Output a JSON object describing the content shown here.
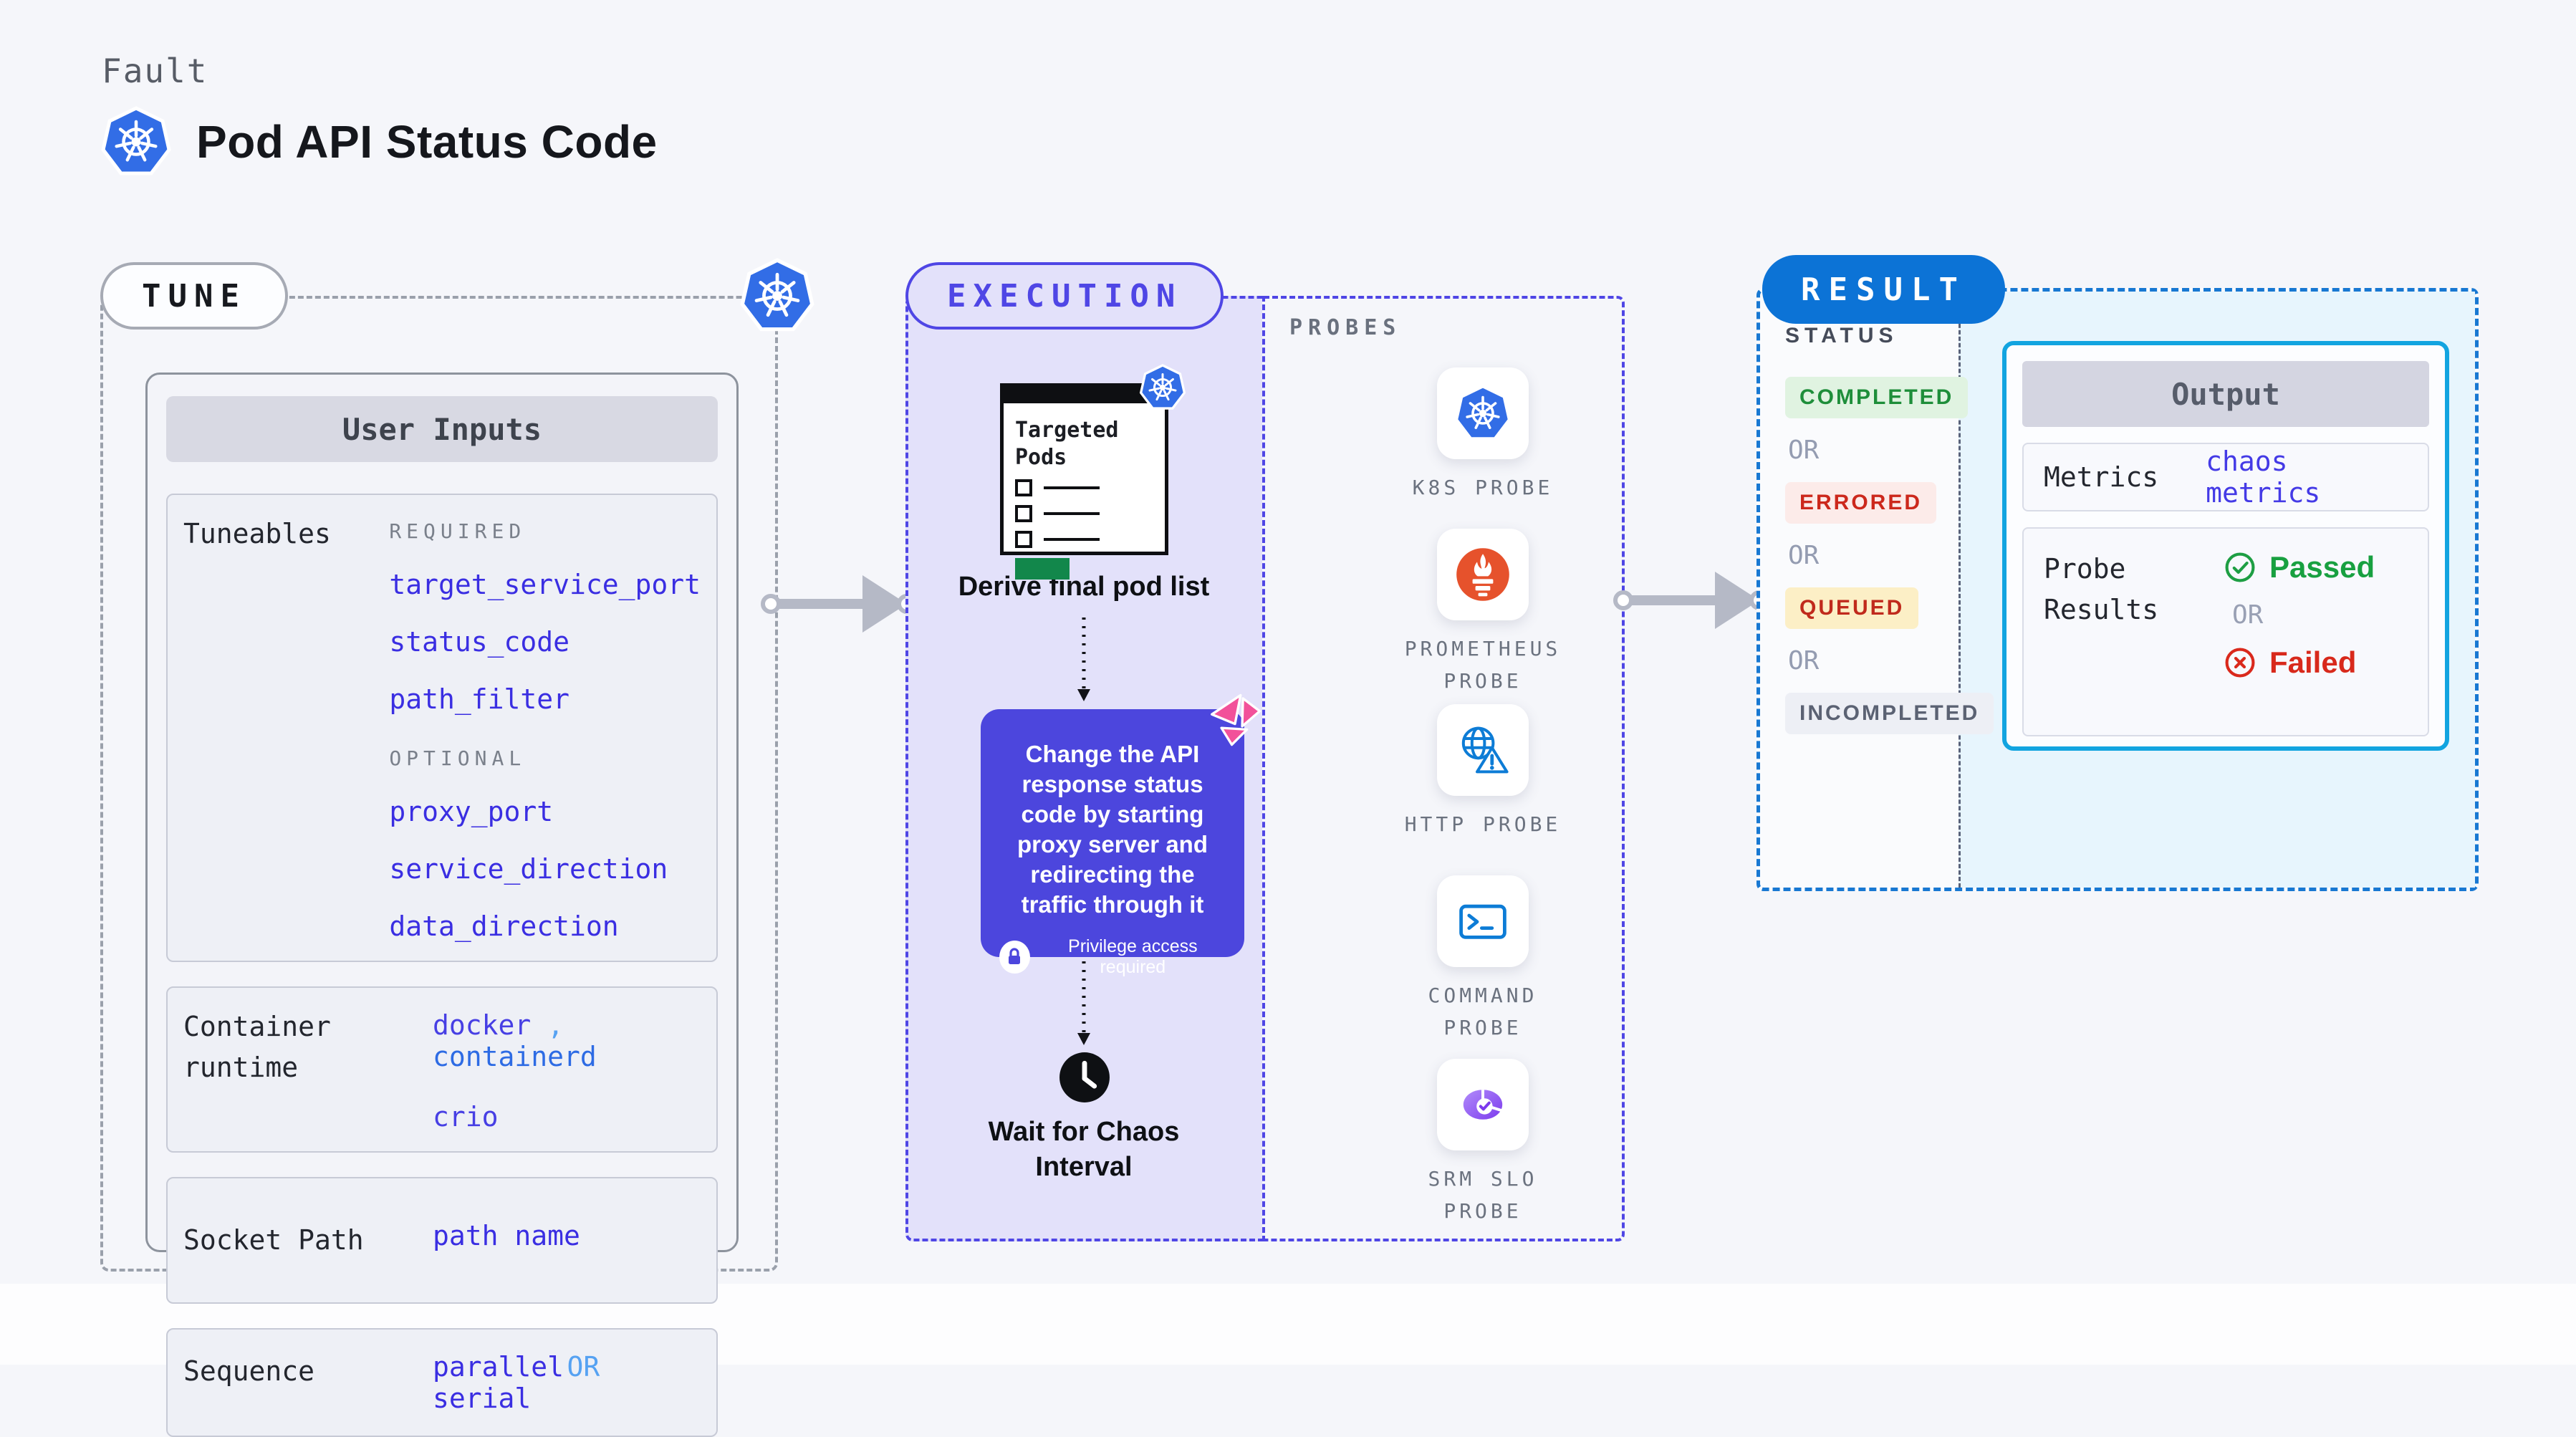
{
  "page": {
    "kicker": "Fault",
    "title": "Pod API Status Code"
  },
  "tune": {
    "badge": "TUNE",
    "card_title": "User Inputs",
    "rows": [
      {
        "label": "Tuneables",
        "groups": [
          {
            "heading": "REQUIRED",
            "links": [
              "target_service_port",
              "status_code",
              "path_filter"
            ]
          },
          {
            "heading": "OPTIONAL",
            "links": [
              "proxy_port",
              "service_direction",
              "data_direction"
            ]
          }
        ]
      },
      {
        "label": "Container runtime",
        "parts": [
          "docker",
          ",",
          "containerd",
          "crio"
        ]
      },
      {
        "label": "Socket Path",
        "value": "path name"
      },
      {
        "label": "Sequence",
        "value_a": "parallel",
        "value_or": "OR",
        "value_b": "serial"
      }
    ]
  },
  "execution": {
    "badge": "EXECUTION",
    "pods_card_title": "Targeted Pods",
    "step1": "Derive final pod list",
    "action": "Change the API response status code by starting proxy server and redirecting the traffic through it",
    "privilege": "Privilege access required",
    "step2": "Wait for Chaos Interval"
  },
  "probes": {
    "heading": "PROBES",
    "items": [
      {
        "label": "K8S PROBE",
        "icon": "kubernetes-icon"
      },
      {
        "label": "PROMETHEUS PROBE",
        "icon": "prometheus-icon"
      },
      {
        "label": "HTTP PROBE",
        "icon": "http-globe-icon"
      },
      {
        "label": "COMMAND PROBE",
        "icon": "terminal-icon"
      },
      {
        "label": "SRM SLO PROBE",
        "icon": "slo-pie-icon"
      }
    ]
  },
  "result": {
    "badge": "RESULT",
    "status_heading": "STATUS",
    "or_label": "OR",
    "statuses": [
      {
        "label": "COMPLETED",
        "fg": "#1e8e3a",
        "bg": "#e0f3e1"
      },
      {
        "label": "ERRORED",
        "fg": "#cc281c",
        "bg": "#fcebe9"
      },
      {
        "label": "QUEUED",
        "fg": "#c02a1c",
        "bg": "#fcefc6"
      },
      {
        "label": "INCOMPLETED",
        "fg": "#5b6273",
        "bg": "#edeff5"
      }
    ],
    "output": {
      "title": "Output",
      "metrics_label": "Metrics",
      "metrics_value": "chaos metrics",
      "probe_label": "Probe Results",
      "passed": "Passed",
      "or": "OR",
      "failed": "Failed"
    }
  },
  "colors": {
    "accent_indigo": "#4f46e5",
    "kubernetes_blue": "#326de6",
    "result_blue": "#0c73d6",
    "output_border_cyan": "#12a4e0",
    "link_indigo": "#3a2ee2",
    "passed_green": "#18a040",
    "failed_red": "#d8291b",
    "prometheus_orange": "#e6522c",
    "sparkle_pink": "#f2519a",
    "execution_bg": "#e3e1fa",
    "result_bg": "#e7f5fd"
  }
}
